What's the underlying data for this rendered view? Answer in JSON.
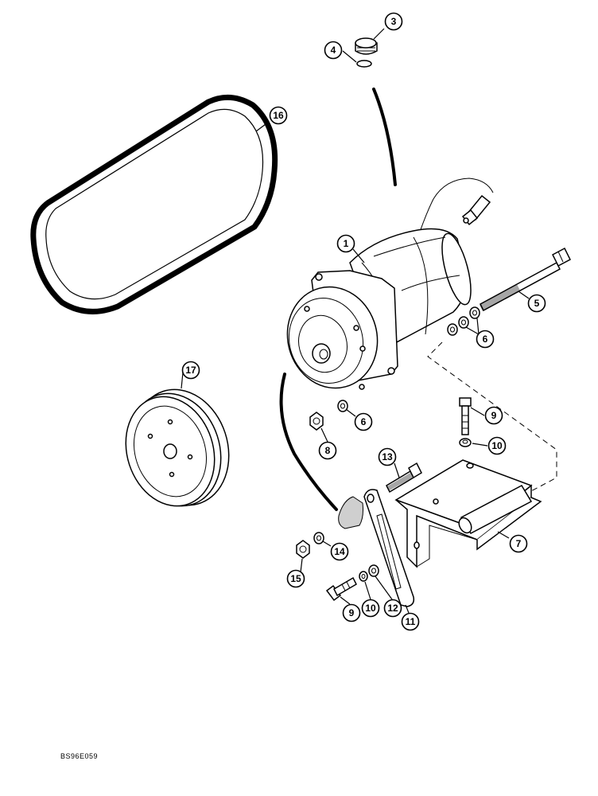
{
  "figure_code": "BS96E059",
  "callouts": [
    "1",
    "3",
    "4",
    "5",
    "6",
    "6",
    "7",
    "8",
    "9",
    "9",
    "10",
    "10",
    "11",
    "12",
    "13",
    "14",
    "15",
    "16",
    "17"
  ]
}
